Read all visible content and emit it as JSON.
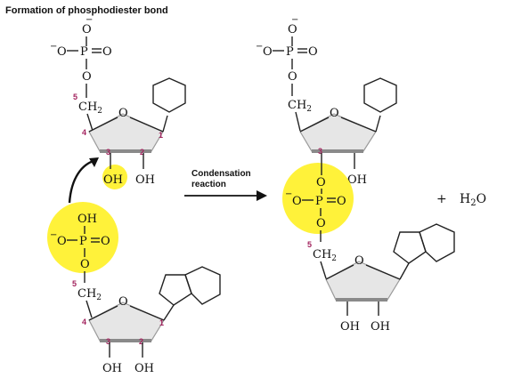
{
  "title": "Formation of phosphodiester bond",
  "reaction_label_line1": "Condensation",
  "reaction_label_line2": "reaction",
  "plus": "+",
  "water": "H",
  "water_sub": "2",
  "water_o": "O",
  "atoms": {
    "o_minus": "O",
    "minus": "−",
    "p": "P",
    "o": "O",
    "eq": "=",
    "ch2_c": "CH",
    "ch2_sub": "2",
    "oh": "OH",
    "ring_o": "O"
  },
  "numbers": {
    "five": "5",
    "four": "4",
    "three": "3",
    "two": "2",
    "one": "1"
  },
  "colors": {
    "highlight": "#fff23a",
    "sugar_fill": "#e6e6e6",
    "sugar_edge": "#9a9a9a",
    "accent_number": "#a3245f"
  }
}
